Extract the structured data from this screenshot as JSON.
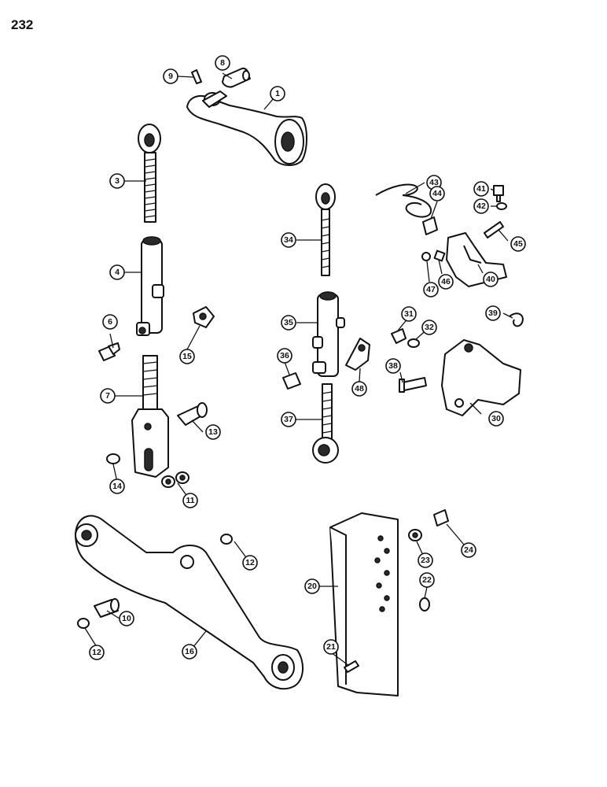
{
  "page": {
    "number": "232"
  },
  "colors": {
    "ink": "#111111",
    "paper": "#ffffff"
  },
  "callouts": [
    {
      "id": "c1",
      "label": "1"
    },
    {
      "id": "c3",
      "label": "3"
    },
    {
      "id": "c4",
      "label": "4"
    },
    {
      "id": "c6",
      "label": "6"
    },
    {
      "id": "c7",
      "label": "7"
    },
    {
      "id": "c8",
      "label": "8"
    },
    {
      "id": "c9",
      "label": "9"
    },
    {
      "id": "c10",
      "label": "10"
    },
    {
      "id": "c11",
      "label": "11"
    },
    {
      "id": "c12a",
      "label": "12"
    },
    {
      "id": "c12b",
      "label": "12"
    },
    {
      "id": "c13",
      "label": "13"
    },
    {
      "id": "c14",
      "label": "14"
    },
    {
      "id": "c15",
      "label": "15"
    },
    {
      "id": "c16",
      "label": "16"
    },
    {
      "id": "c20",
      "label": "20"
    },
    {
      "id": "c21",
      "label": "21"
    },
    {
      "id": "c22",
      "label": "22"
    },
    {
      "id": "c23",
      "label": "23"
    },
    {
      "id": "c24",
      "label": "24"
    },
    {
      "id": "c30",
      "label": "30"
    },
    {
      "id": "c31",
      "label": "31"
    },
    {
      "id": "c32",
      "label": "32"
    },
    {
      "id": "c34",
      "label": "34"
    },
    {
      "id": "c35",
      "label": "35"
    },
    {
      "id": "c36",
      "label": "36"
    },
    {
      "id": "c37",
      "label": "37"
    },
    {
      "id": "c38",
      "label": "38"
    },
    {
      "id": "c39",
      "label": "39"
    },
    {
      "id": "c40",
      "label": "40"
    },
    {
      "id": "c41",
      "label": "41"
    },
    {
      "id": "c42",
      "label": "42"
    },
    {
      "id": "c43",
      "label": "43"
    },
    {
      "id": "c44",
      "label": "44"
    },
    {
      "id": "c45",
      "label": "45"
    },
    {
      "id": "c46",
      "label": "46"
    },
    {
      "id": "c47",
      "label": "47"
    },
    {
      "id": "c48",
      "label": "48"
    }
  ]
}
